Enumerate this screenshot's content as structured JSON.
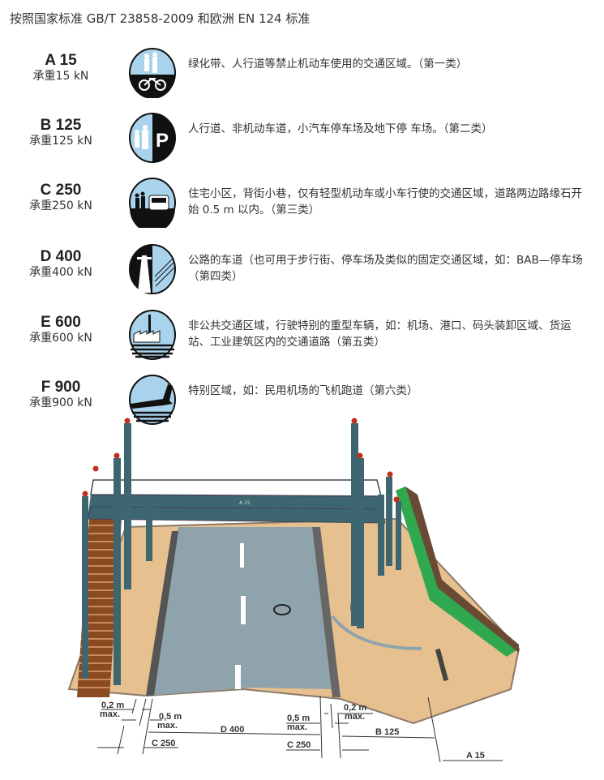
{
  "title": "按照国家标准 GB/T 23858-2009 和欧洲 EN 124 标准",
  "classes": [
    {
      "code": "A 15",
      "load": "承重15 kN",
      "icon": "pedestrian-bicycle-icon",
      "desc": "绿化带、人行道等禁止机动车使用的交通区域。（第一类）"
    },
    {
      "code": "B 125",
      "load": "承重125 kN",
      "icon": "pedestrian-parking-icon",
      "desc": "人行道、非机动车道，小汽车停车场及地下停 车场。（第二类）"
    },
    {
      "code": "C 250",
      "load": "承重250 kN",
      "icon": "pedestrian-car-icon",
      "desc": "住宅小区，背街小巷，仅有轻型机动车或小车行使的交通区域，道路两边路缘石开始 0.5 m 以内。（第三类）"
    },
    {
      "code": "D 400",
      "load": "承重400 kN",
      "icon": "highway-icon",
      "desc": "公路的车道（也可用于步行街、停车场及类似的固定交通区域，如：BAB—停车场（第四类）"
    },
    {
      "code": "E 600",
      "load": "承重600 kN",
      "icon": "factory-icon",
      "desc": "非公共交通区域，行驶特别的重型车辆，如：机场、港口、码头装卸区域、货运站、工业建筑区内的交通道路（第五类）"
    },
    {
      "code": "F 900",
      "load": "承重900 kN",
      "icon": "airplane-icon",
      "desc": "特别区域，如：民用机场的飞机跑道（第六类）"
    }
  ],
  "illustration": {
    "bridge_sign": "A 15",
    "dims": {
      "left_02": "0,2 m",
      "left_02_max": "max.",
      "left_05": "0,5 m",
      "left_05_max": "max.",
      "d400": "D 400",
      "c250_left": "C 250",
      "right_05": "0,5 m",
      "right_05_max": "max.",
      "right_02": "0,2 m",
      "right_02_max": "max.",
      "b125": "B 125",
      "c250_right": "C 250",
      "a15": "A 15"
    }
  },
  "colors": {
    "sky": "#a9d3ec",
    "dark": "#1a1a1a",
    "road": "#8fa3ad",
    "ground": "#e7c08f",
    "grass": "#2fa84f",
    "steel": "#3d6670"
  }
}
